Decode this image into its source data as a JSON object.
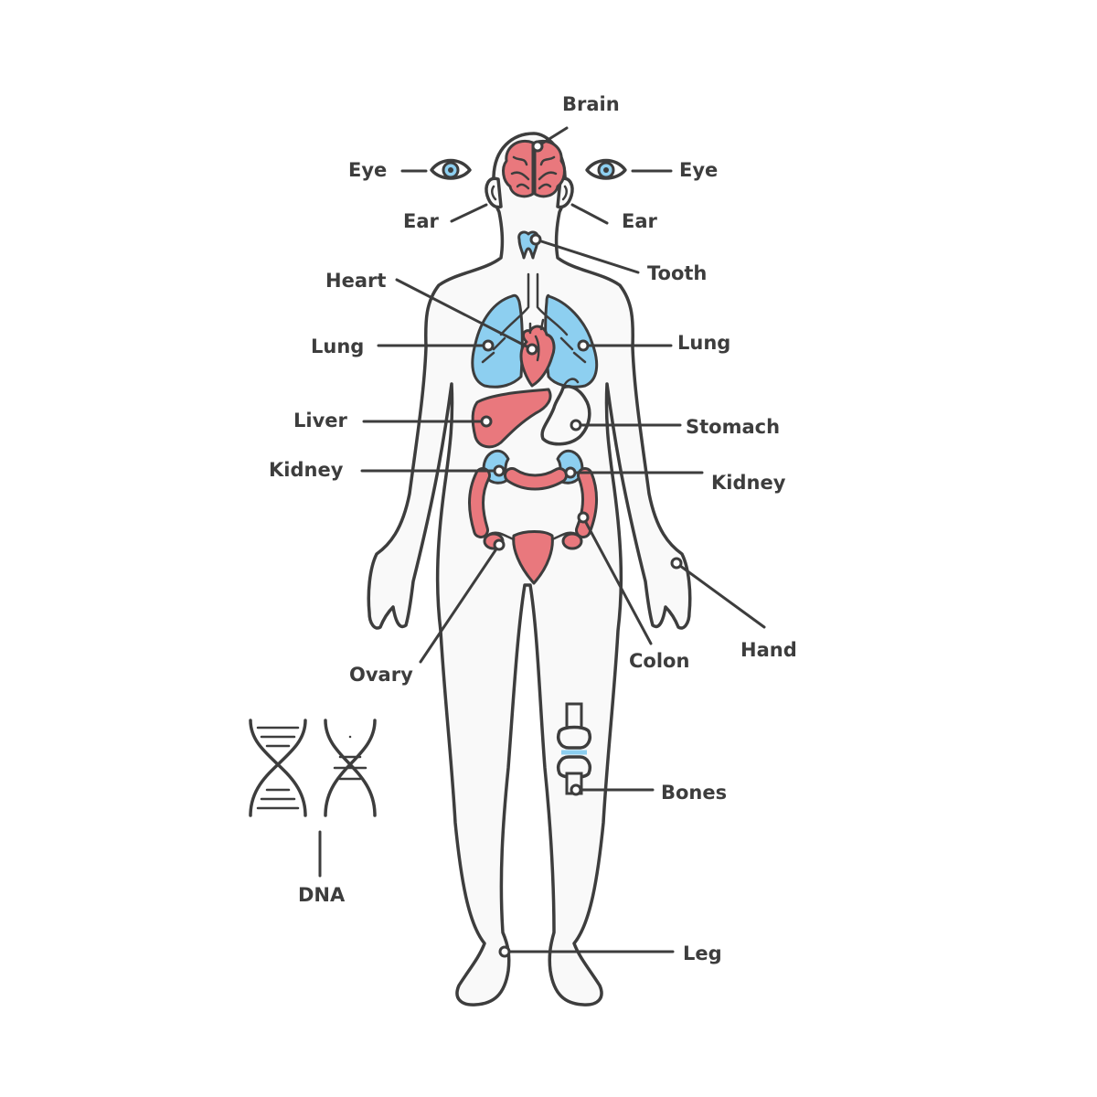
{
  "labels": {
    "brain": "Brain",
    "eye_left": "Eye",
    "eye_right": "Eye",
    "ear_left": "Ear",
    "ear_right": "Ear",
    "tooth": "Tooth",
    "heart": "Heart",
    "lung_left": "Lung",
    "lung_right": "Lung",
    "liver": "Liver",
    "stomach": "Stomach",
    "kidney_left": "Kidney",
    "kidney_right": "Kidney",
    "ovary": "Ovary",
    "colon": "Colon",
    "hand": "Hand",
    "bones": "Bones",
    "dna": "DNA",
    "leg": "Leg"
  },
  "colors": {
    "organ_pink": "#e9787d",
    "organ_blue": "#8dcff0",
    "outline": "#3d3d3d",
    "body_fill": "#f9f9f9"
  }
}
